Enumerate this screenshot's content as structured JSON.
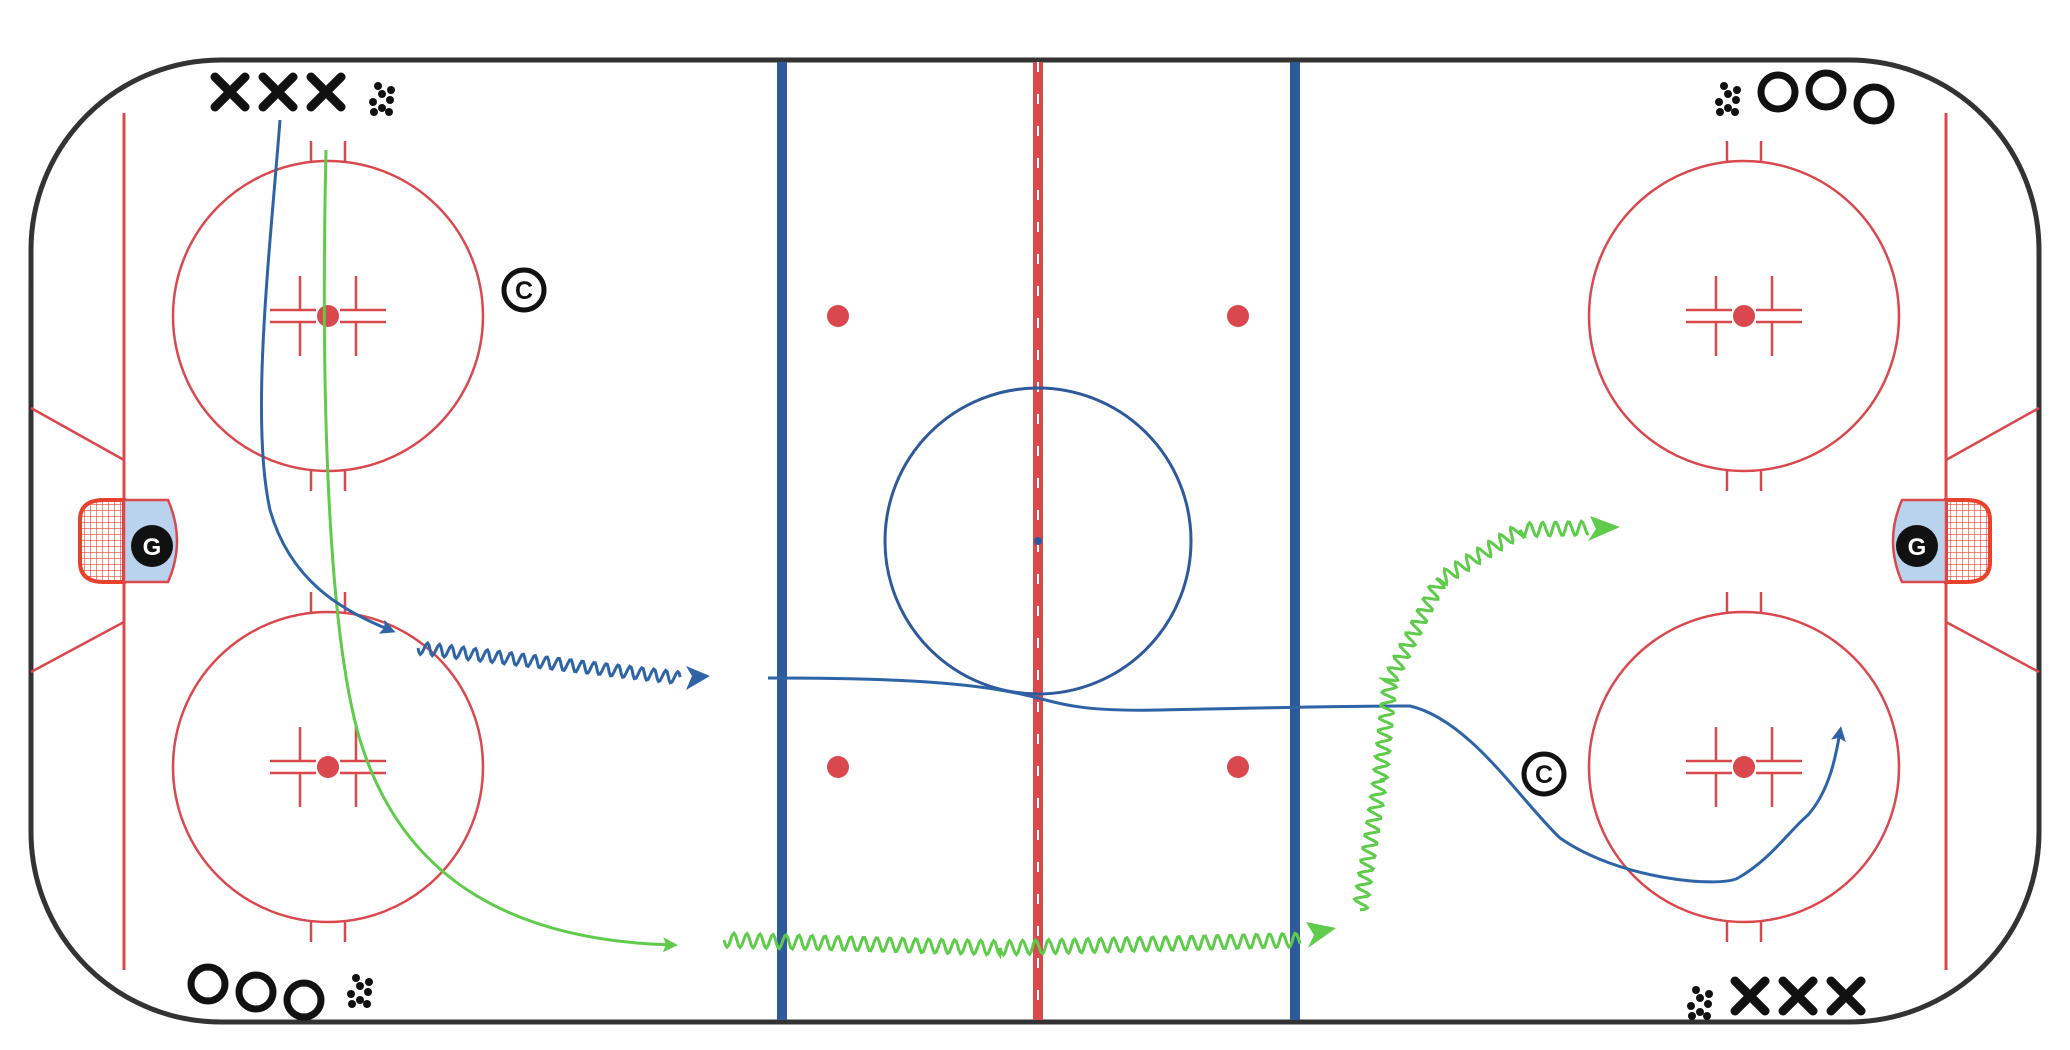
{
  "rink": {
    "colors": {
      "boards": "#333333",
      "red_line": "#d9484d",
      "blue_line": "#2e5a9c",
      "crease": "#b9d2ee",
      "net": "#e8412c",
      "green_path": "#5fcb4b",
      "blue_path": "#2e64a6",
      "marker": "#111111"
    }
  },
  "goalies": {
    "left": {
      "label": "G"
    },
    "right": {
      "label": "G"
    }
  },
  "coaches": {
    "left": {
      "label": "C"
    },
    "right": {
      "label": "C"
    }
  },
  "player_groups": [
    {
      "position": "top-left",
      "symbols": [
        "x",
        "x",
        "x"
      ],
      "pucks": true,
      "icon": "x-player-icon"
    },
    {
      "position": "top-right",
      "symbols": [
        "o",
        "o",
        "o"
      ],
      "pucks": true,
      "icon": "o-player-icon"
    },
    {
      "position": "bottom-left",
      "symbols": [
        "o",
        "o",
        "o"
      ],
      "pucks": true,
      "icon": "o-player-icon"
    },
    {
      "position": "bottom-right",
      "symbols": [
        "x",
        "x",
        "x"
      ],
      "pucks": true,
      "icon": "x-player-icon"
    }
  ],
  "paths": [
    {
      "name": "blue-skate-path",
      "color": "blue",
      "style": "skate"
    },
    {
      "name": "blue-stickhandle-path",
      "color": "blue",
      "style": "puck-carry"
    },
    {
      "name": "blue-pass-path",
      "color": "blue",
      "style": "pass"
    },
    {
      "name": "green-skate-path",
      "color": "green",
      "style": "skate"
    },
    {
      "name": "green-stickhandle-path",
      "color": "green",
      "style": "puck-carry"
    }
  ]
}
